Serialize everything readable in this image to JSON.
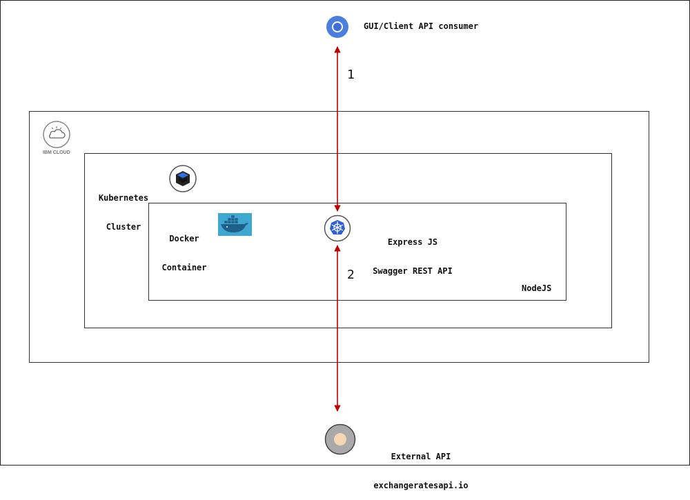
{
  "client": {
    "label": "GUI/Client API consumer"
  },
  "ibm_cloud": {
    "label": "IBM CLOUD"
  },
  "kubernetes": {
    "label_line1": "Kubernetes",
    "label_line2": "Cluster"
  },
  "docker": {
    "label_line1": "Docker",
    "label_line2": "Container"
  },
  "express": {
    "label_line1": "Express JS",
    "label_line2": "Swagger REST API"
  },
  "nodejs": {
    "label": "NodeJS"
  },
  "external": {
    "label_line1": "External API",
    "label_line2": "exchangeratesapi.io"
  },
  "arrows": {
    "step1": "1",
    "step2": "2"
  },
  "colors": {
    "arrow": "#c00000",
    "chrome_blue": "#4a7fe0",
    "docker_bg": "#3fa8d0",
    "k8s_blue": "#2f5fd8"
  },
  "icons": {
    "client": "chrome-icon",
    "ibm": "cloud-icon",
    "kubernetes": "kubernetes-cube-icon",
    "docker": "docker-whale-icon",
    "express": "kubernetes-wheel-icon",
    "external": "external-api-icon"
  }
}
